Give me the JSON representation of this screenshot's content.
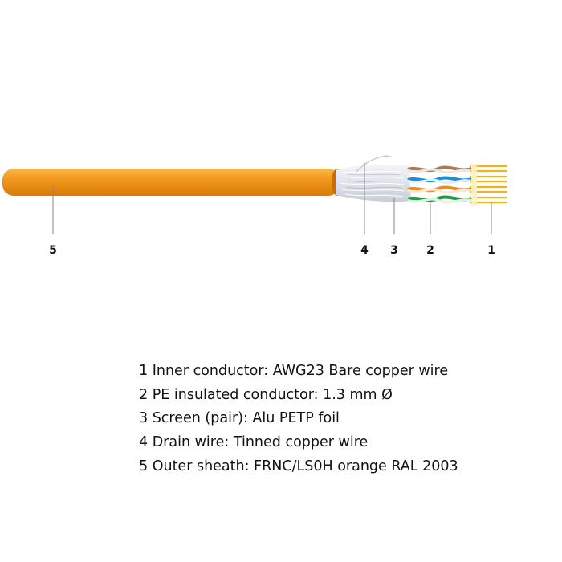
{
  "diagram": {
    "callouts": [
      {
        "number": "5",
        "part": "outer-sheath"
      },
      {
        "number": "4",
        "part": "drain-wire"
      },
      {
        "number": "3",
        "part": "screen"
      },
      {
        "number": "2",
        "part": "pe-insulated-conductor"
      },
      {
        "number": "1",
        "part": "inner-conductor"
      }
    ],
    "colors": {
      "sheath": "#f39a1e",
      "sheath_dark": "#d97a07",
      "sheath_light": "#f8b84a",
      "foil": "#e6e8ee",
      "pair_brown": "#a87b52",
      "pair_blue": "#1a8fd6",
      "pair_orange": "#ef8a20",
      "pair_green": "#1f9a45",
      "copper": "#f0b41a",
      "drain": "#c8c8c8"
    }
  },
  "legend": {
    "items": [
      "1 Inner conductor: AWG23 Bare copper wire",
      "2 PE insulated conductor: 1.3 mm Ø",
      "3 Screen (pair): Alu PETP foil",
      "4 Drain wire: Tinned copper wire",
      "5 Outer sheath: FRNC/LS0H orange RAL 2003"
    ]
  }
}
